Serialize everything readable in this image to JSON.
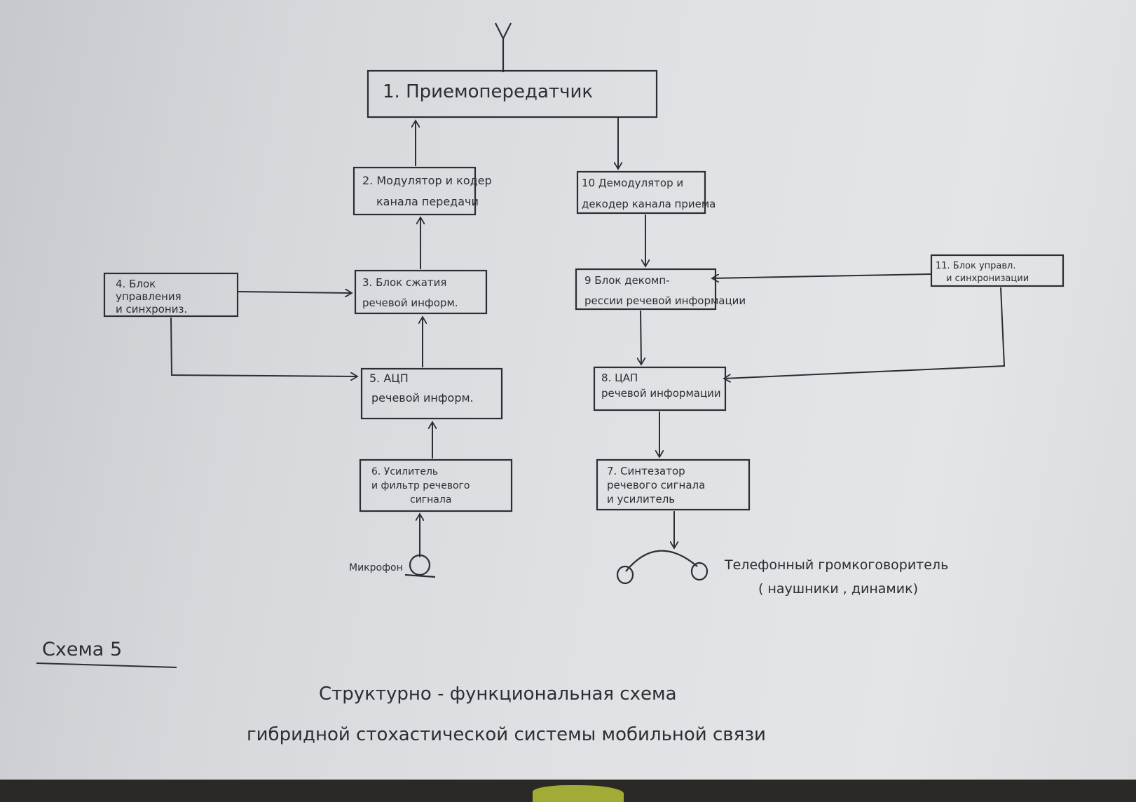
{
  "blocks": [
    {
      "id": "b1",
      "lines": [
        "1. Приемопередатчик"
      ]
    },
    {
      "id": "b2",
      "lines": [
        "2. Модулятор и кодер",
        "канала передачи"
      ]
    },
    {
      "id": "b3",
      "lines": [
        "3. Блок сжатия",
        "речевой информ."
      ]
    },
    {
      "id": "b4",
      "lines": [
        "4. Блок",
        "управления",
        "и синхрониз."
      ]
    },
    {
      "id": "b5",
      "lines": [
        "5. АЦП",
        "речевой информ."
      ]
    },
    {
      "id": "b6",
      "lines": [
        "6. Усилитель",
        "и фильтр речевого",
        "сигнала"
      ]
    },
    {
      "id": "b7",
      "lines": [
        "7. Синтезатор",
        "речевого сигнала",
        "и усилитель"
      ]
    },
    {
      "id": "b8",
      "lines": [
        "8. ЦАП",
        "речевой информации"
      ]
    },
    {
      "id": "b9",
      "lines": [
        "9 Блок декомп-",
        "рессии речевой информации"
      ]
    },
    {
      "id": "b10",
      "lines": [
        "10 Демодулятор и",
        "декодер канала приема"
      ]
    },
    {
      "id": "b11",
      "lines": [
        "11. Блок управл.",
        "и синхронизации"
      ]
    }
  ],
  "labels": {
    "microphone": "Микрофон",
    "speaker_line1": "Телефонный громкоговоритель",
    "speaker_line2": "( наушники , динамик)",
    "scheme_number": "Схема 5",
    "caption_line1": "Структурно - функциональная схема",
    "caption_line2": "гибридной стохастической системы мобильной связи"
  },
  "colors": {
    "ink": "#2d2d33",
    "paper": "#dfe1e4"
  }
}
